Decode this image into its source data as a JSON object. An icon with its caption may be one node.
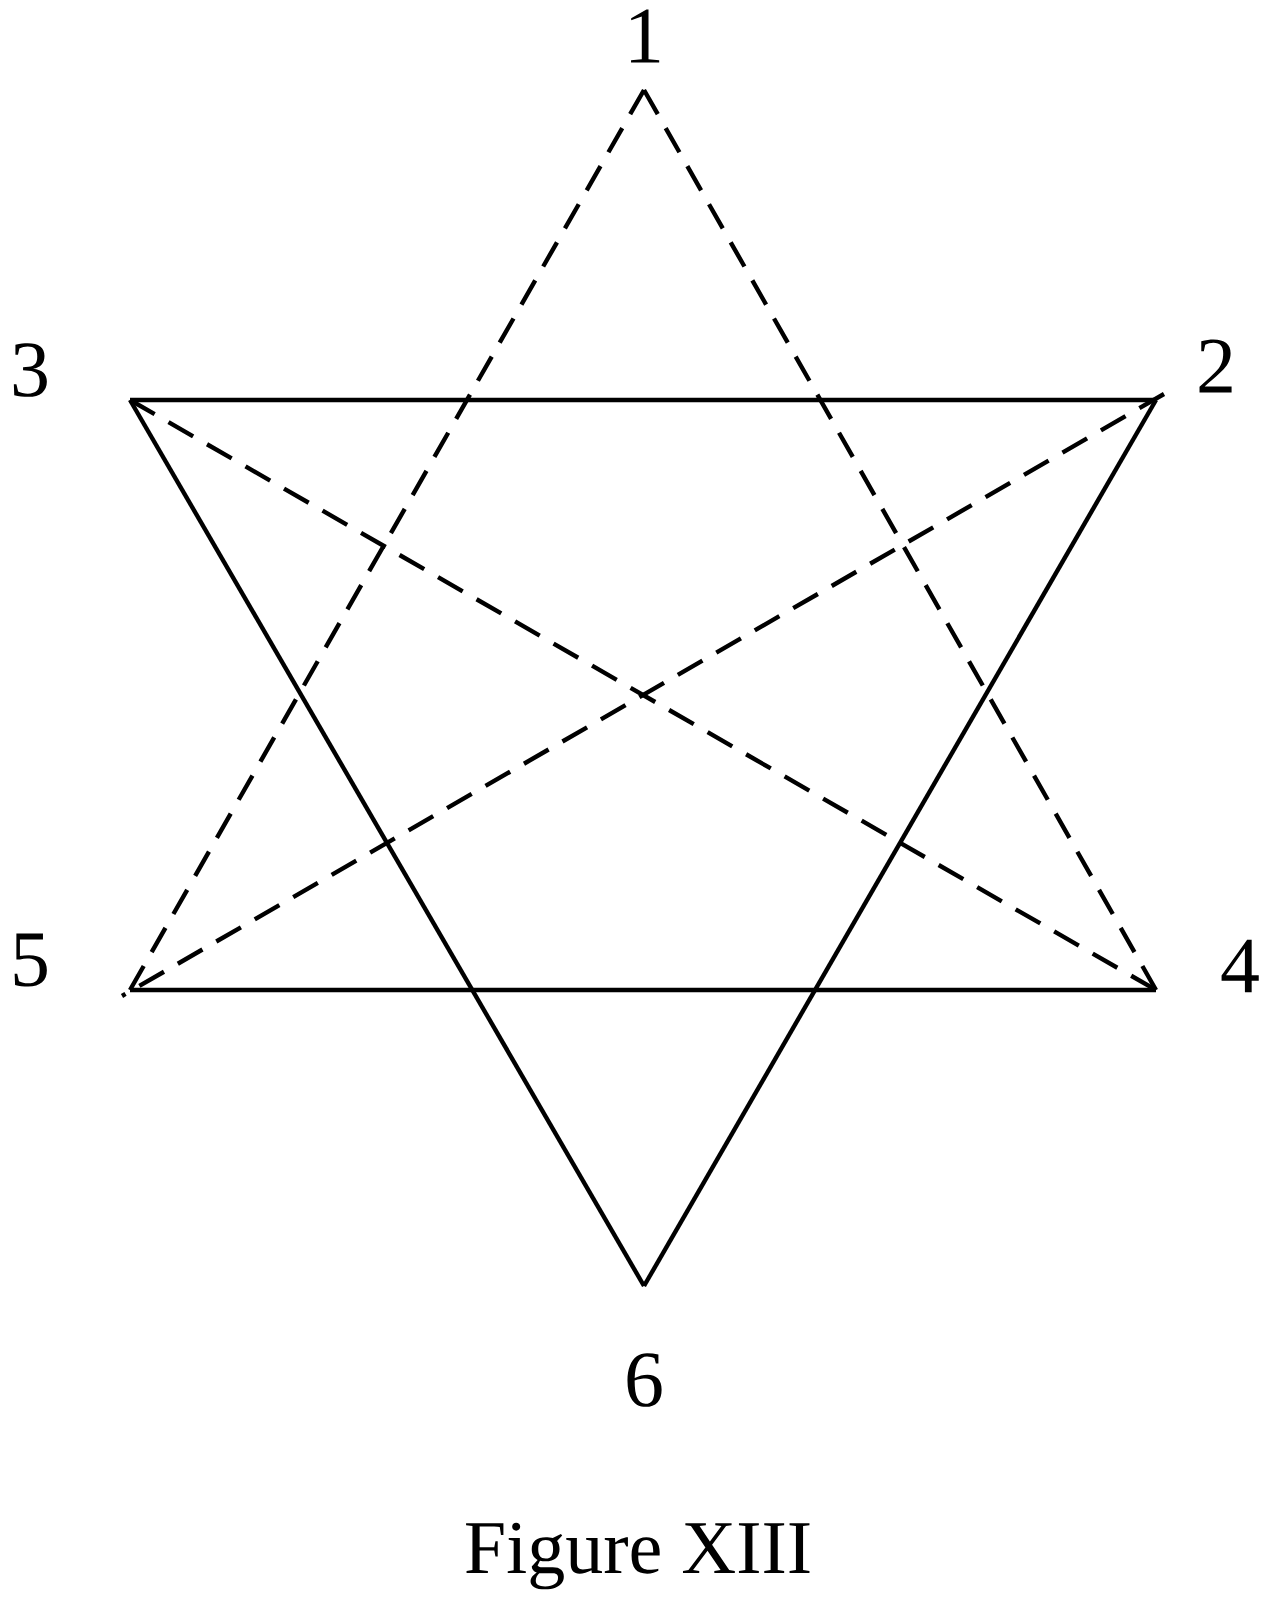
{
  "diagram": {
    "caption": "Figure XIII",
    "nodes": [
      {
        "text": [
          "1"
        ]
      },
      {
        "text": [
          "2"
        ]
      },
      {
        "text": [
          "3"
        ]
      },
      {
        "text": [
          "4"
        ]
      },
      {
        "text": [
          "5"
        ]
      },
      {
        "text": [
          "6"
        ]
      }
    ],
    "edges": [
      {
        "from": 2,
        "to": 1,
        "arrow": "none"
      },
      {
        "from": 1,
        "to": 5,
        "arrow": "none"
      },
      {
        "from": 5,
        "to": 2,
        "arrow": "none"
      },
      {
        "from": 4,
        "to": 3,
        "arrow": "none"
      },
      {
        "from": 0,
        "to": 4,
        "arrow": "none",
        "style": "dashed"
      },
      {
        "from": 0,
        "to": 3,
        "arrow": "none",
        "style": "dashed"
      },
      {
        "from": 2,
        "to": 3,
        "arrow": "none",
        "style": "dashed"
      },
      {
        "from": 1,
        "to": 4,
        "arrow": "none",
        "style": "dashed"
      }
    ]
  }
}
